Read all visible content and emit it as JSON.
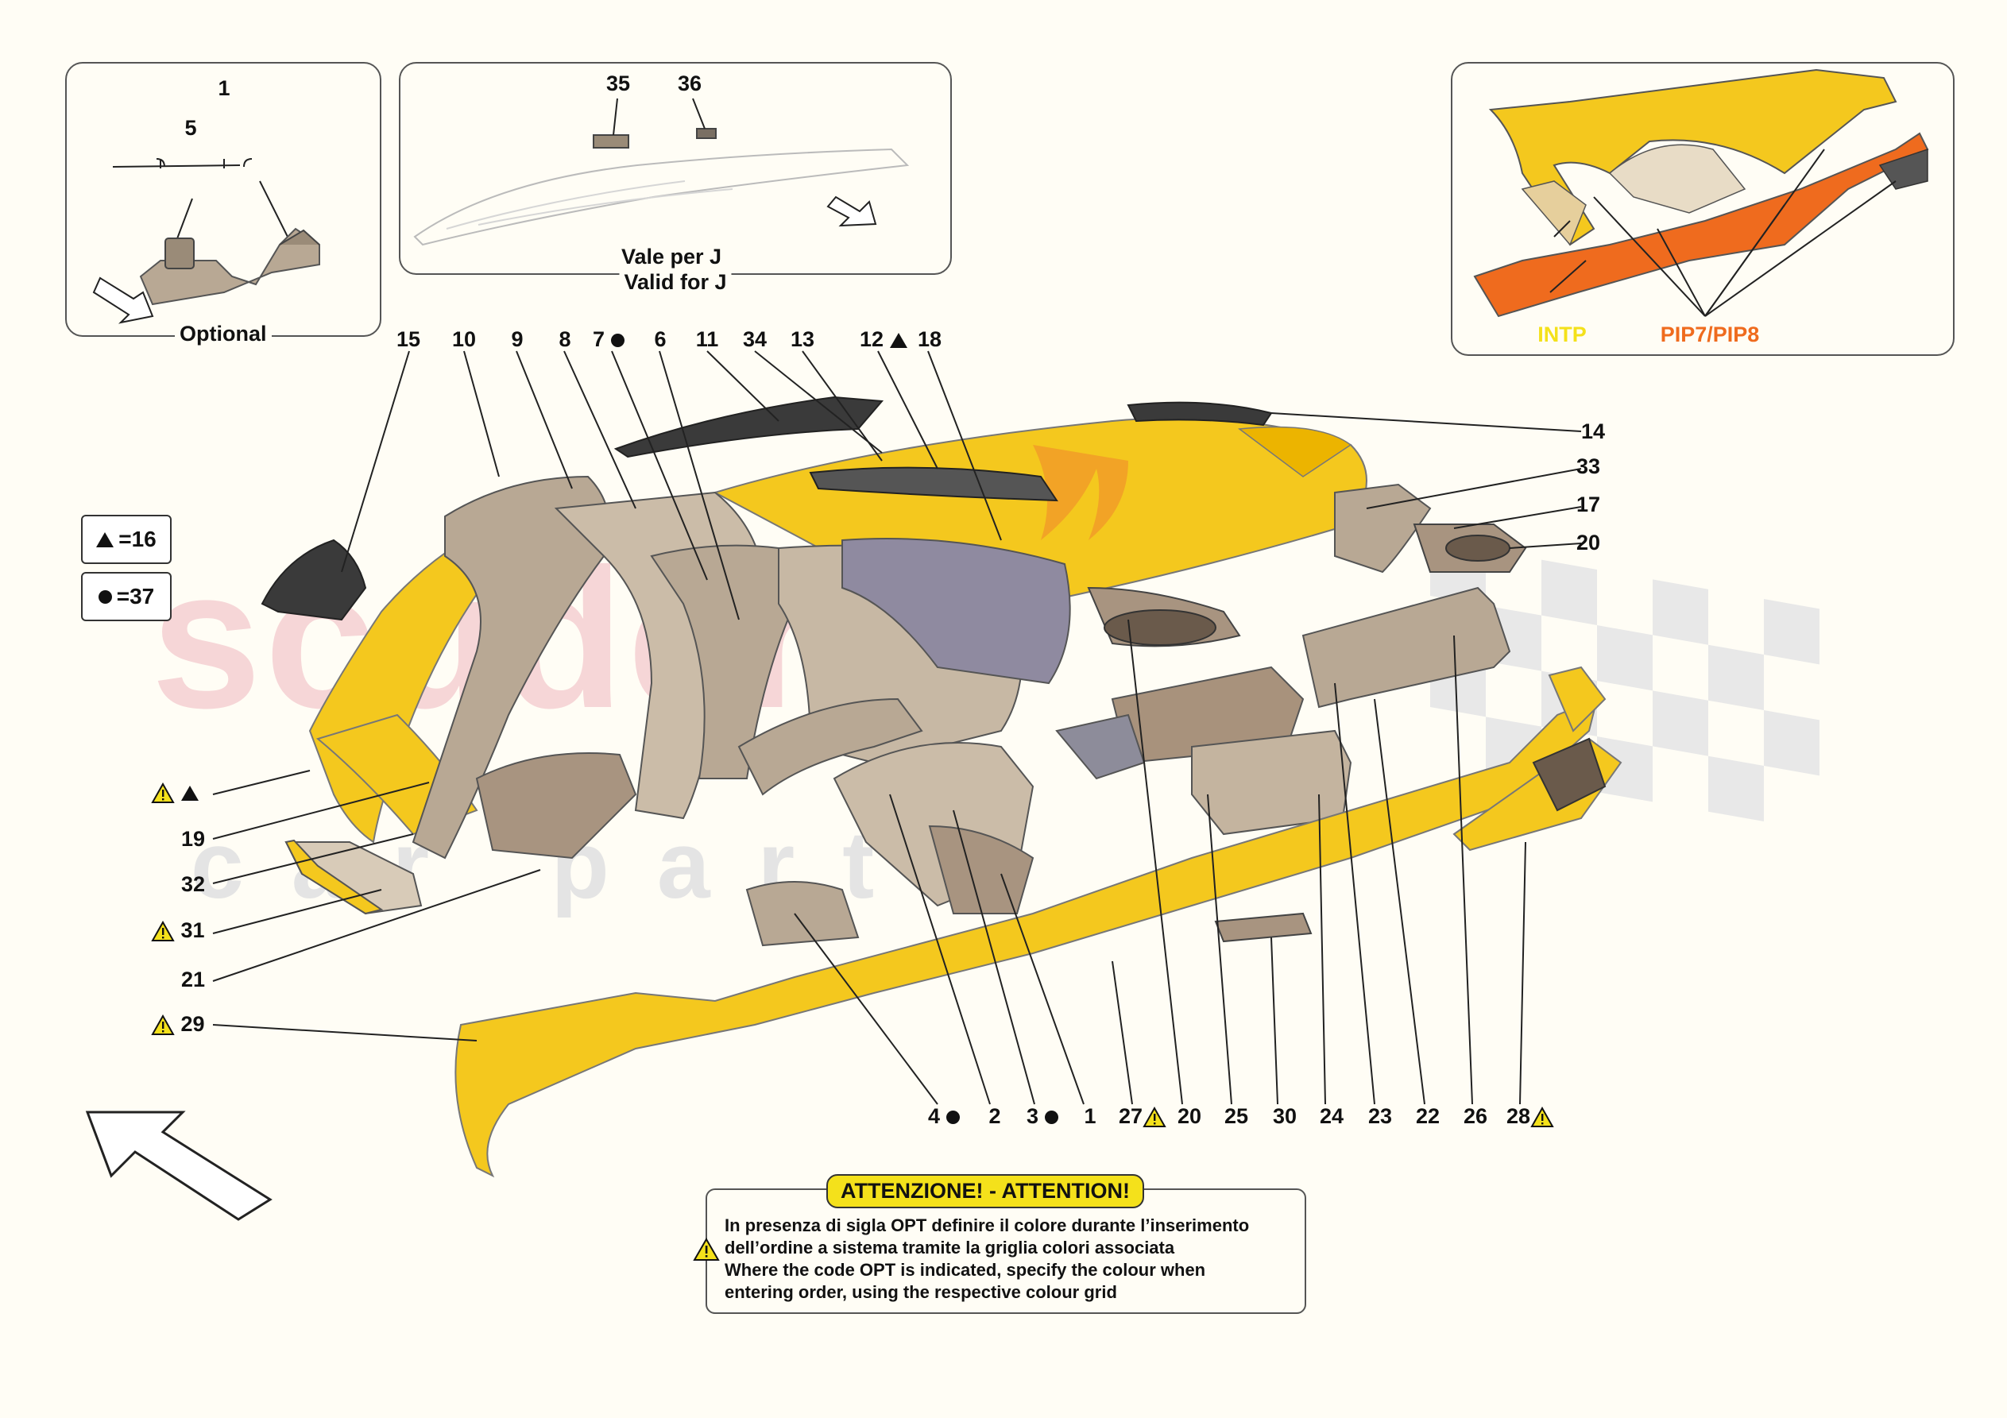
{
  "watermark": {
    "main": "scuderia",
    "sub": "car parts"
  },
  "inset_optional": {
    "caption": "Optional",
    "labels": [
      "1",
      "5"
    ]
  },
  "inset_valid_j": {
    "labels": [
      "35",
      "36"
    ],
    "caption_it": "Vale per J",
    "caption_en": "Valid for J"
  },
  "inset_intp": {
    "label_intp": "INTP",
    "label_pip": "PIP7/PIP8"
  },
  "legend": [
    {
      "symbol": "triangle",
      "text": "=16"
    },
    {
      "symbol": "dot",
      "text": "=37"
    }
  ],
  "top_callouts": [
    "15",
    "10",
    "9",
    "8",
    "7",
    "6",
    "11",
    "34",
    "13",
    "12",
    "18"
  ],
  "right_callouts": [
    "14",
    "33",
    "17",
    "20"
  ],
  "left_callouts": [
    "19",
    "32",
    "31",
    "21",
    "29"
  ],
  "bottom_callouts": [
    "4",
    "2",
    "3",
    "1",
    "27",
    "20",
    "25",
    "30",
    "24",
    "23",
    "22",
    "26",
    "28"
  ],
  "attention": {
    "title": "ATTENZIONE! - ATTENTION!",
    "lines": [
      "In presenza di sigla OPT definire il colore durante l’inserimento",
      "dell’ordine a sistema tramite la griglia colori associata",
      "Where the code OPT is indicated, specify the colour when",
      "entering order, using the respective colour grid"
    ]
  },
  "colors": {
    "yellow_trim": "#f4c81e",
    "grey_trim": "#b8a894",
    "carbon": "#3a3a3a",
    "orange_trim": "#ef6b1e",
    "warning_yellow": "#f4e11b",
    "watermark_red": "#f3c9cd",
    "watermark_grey": "#e6e6e6"
  }
}
